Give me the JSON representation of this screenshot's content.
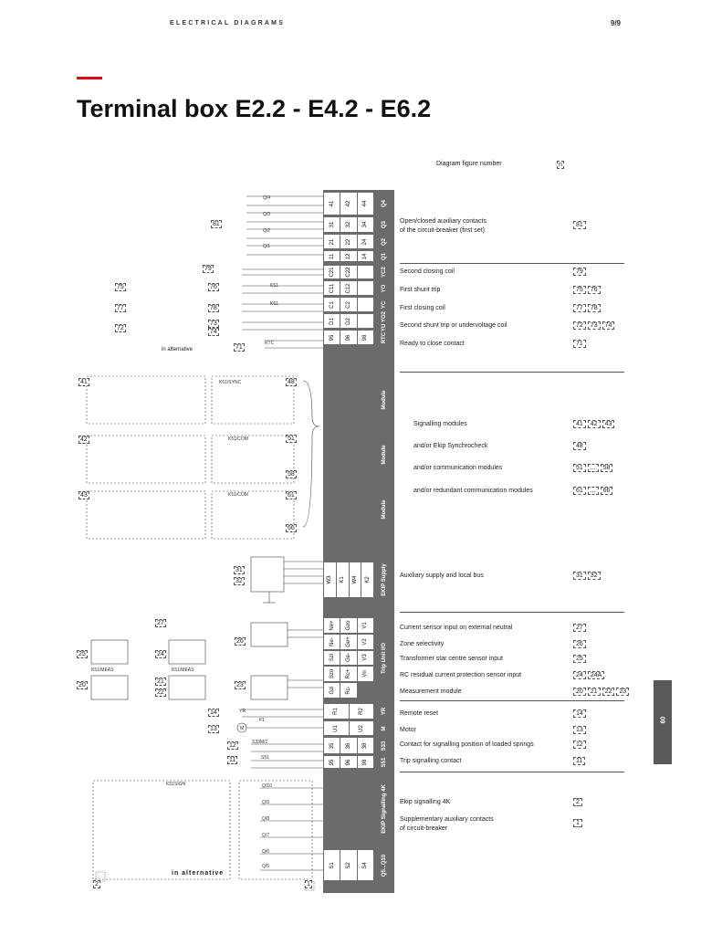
{
  "header": {
    "section": "ELECTRICAL DIAGRAMS",
    "page": "9/9"
  },
  "title": "Terminal box E2.2 - E4.2 - E6.2",
  "side_tab": "09",
  "legend_label": "Diagram figure number",
  "legend_symbol": "n",
  "in_alternative": "in alternative",
  "in_alternative_bottom": "in alternative",
  "descriptions": [
    {
      "text": "Open/closed auxiliary contacts",
      "text2": "of the circuit-breaker (first set)",
      "refs": [
        "81"
      ]
    },
    {
      "text": "Second closing coil",
      "refs": [
        "79"
      ]
    },
    {
      "text": "First shunt trip",
      "refs": [
        "75",
        "76"
      ]
    },
    {
      "text": "First closing coil",
      "refs": [
        "77",
        "78"
      ]
    },
    {
      "text": "Second shunt trip or undervoltage coil",
      "refs": [
        "72",
        "73",
        "74"
      ]
    },
    {
      "text": "Ready to close contact",
      "refs": [
        "71"
      ]
    },
    {
      "text": "Signalling modules",
      "refs": [
        "41",
        "42",
        "43"
      ]
    },
    {
      "text": "and/or Ekip Synchrocheck",
      "refs": [
        "48"
      ]
    },
    {
      "text": "and/or communication modules",
      "refs": [
        "51",
        "...",
        "58"
      ]
    },
    {
      "text": "and/or redundant communication modules",
      "refs": [
        "61",
        "...",
        "66"
      ]
    },
    {
      "text": "Auxiliary supply and local bus",
      "refs": [
        "31",
        "32"
      ]
    },
    {
      "text": "Current sensor input on external neutral",
      "refs": [
        "27"
      ]
    },
    {
      "text": "Zone selectivity",
      "refs": [
        "26"
      ]
    },
    {
      "text": "Transformer star centre sensor input",
      "refs": [
        "25"
      ]
    },
    {
      "text": "RC residual current protection sensor input",
      "refs": [
        "24",
        "24A"
      ]
    },
    {
      "text": "Measurement module",
      "refs": [
        "20",
        "21",
        "22",
        "23"
      ]
    },
    {
      "text": "Remote reset",
      "refs": [
        "14"
      ]
    },
    {
      "text": "Motor",
      "refs": [
        "13"
      ]
    },
    {
      "text": "Contact for signalling position of loaded springs",
      "refs": [
        "12"
      ]
    },
    {
      "text": "Trip signalling contact",
      "refs": [
        "11"
      ]
    },
    {
      "text": "Ekip signalling 4K",
      "refs": [
        "2"
      ]
    },
    {
      "text": "Supplementary auxiliary contacts",
      "text2": "of circuit-breaker",
      "refs": [
        "1"
      ]
    }
  ],
  "strip_groups": [
    {
      "label": "Q4",
      "cells": [
        "41",
        "42",
        "44"
      ]
    },
    {
      "label": "Q3",
      "cells": [
        "31",
        "32",
        "34"
      ]
    },
    {
      "label": "Q2",
      "cells": [
        "21",
        "22",
        "24"
      ]
    },
    {
      "label": "Q1",
      "cells": [
        "11",
        "12",
        "14"
      ]
    },
    {
      "label": "YC2",
      "cells": [
        "C21",
        "C22",
        ""
      ]
    },
    {
      "label": "YO",
      "cells": [
        "C11",
        "C12",
        ""
      ]
    },
    {
      "label": "YC",
      "cells": [
        "C1",
        "C2",
        ""
      ]
    },
    {
      "label": "YU YO2",
      "cells": [
        "D1",
        "D2",
        ""
      ]
    },
    {
      "label": "RTC",
      "cells": [
        "95",
        "96",
        "98"
      ]
    },
    {
      "label": "Module",
      "cells": []
    },
    {
      "label": "Module",
      "cells": []
    },
    {
      "label": "Module",
      "cells": []
    },
    {
      "label": "EKIP Supply",
      "cells": [
        "W3",
        "K1",
        "W4",
        "K2"
      ]
    },
    {
      "label": "Trip Unit I/O",
      "cells": [
        "Ne+",
        "Ne-",
        "Szi",
        "Szo",
        "Gzi",
        "Gzo",
        "Ge+",
        "Ge-",
        "Rc+",
        "Rc-",
        "V1",
        "V2",
        "V3",
        "Vn"
      ]
    },
    {
      "label": "YR",
      "cells": [
        "R1",
        "R2"
      ]
    },
    {
      "label": "M",
      "cells": [
        "U1",
        "U2"
      ]
    },
    {
      "label": "S33",
      "cells": [
        "35",
        "36",
        "38"
      ]
    },
    {
      "label": "S51",
      "cells": [
        "95",
        "96",
        "98"
      ]
    },
    {
      "label": "EKIP Signalling 4K",
      "cells": []
    },
    {
      "label": "Q5...Q10",
      "cells": [
        "S1",
        "S2",
        "S4"
      ]
    }
  ],
  "diagram_labels": {
    "q4": "Q/4",
    "q3": "Q/3",
    "q2": "Q/2",
    "q1": "Q/1",
    "k51": "K51",
    "rtc": "RTC",
    "k51sync": "K51/SYNC",
    "k51com": "K51/COM",
    "k51meas": "K51/MEAS",
    "m": "M",
    "f1": "F1",
    "s33m2": "S33M/2",
    "s51": "S51",
    "q10": "Q/10",
    "q9": "Q/9",
    "q8": "Q/8",
    "q7": "Q/7",
    "q6": "Q/6",
    "q5": "Q/5",
    "k51sign": "K51SIGN",
    "yr": "YR"
  },
  "diagram_refs": {
    "r81": "81",
    "r79": "79",
    "r75": "75",
    "r76": "76",
    "r77": "77",
    "r78": "78",
    "r72": "72",
    "r73": "73",
    "r74": "74",
    "r71": "71",
    "r41": "41",
    "r48": "48",
    "r42": "42",
    "r51": "51",
    "r58": "58",
    "r43": "43",
    "r61": "61",
    "r66": "66",
    "r31": "31",
    "r32": "32",
    "r27": "27",
    "r25": "25",
    "r24": "24",
    "r26": "26",
    "r20": "20",
    "r21": "21",
    "r22": "22",
    "r23": "23",
    "r14": "14",
    "r13": "13",
    "r12": "12",
    "r11": "11",
    "r2": "2",
    "r1": "1"
  },
  "colors": {
    "accent": "#e30613",
    "strip": "#6b6b6b",
    "tab": "#5a5a5a"
  }
}
